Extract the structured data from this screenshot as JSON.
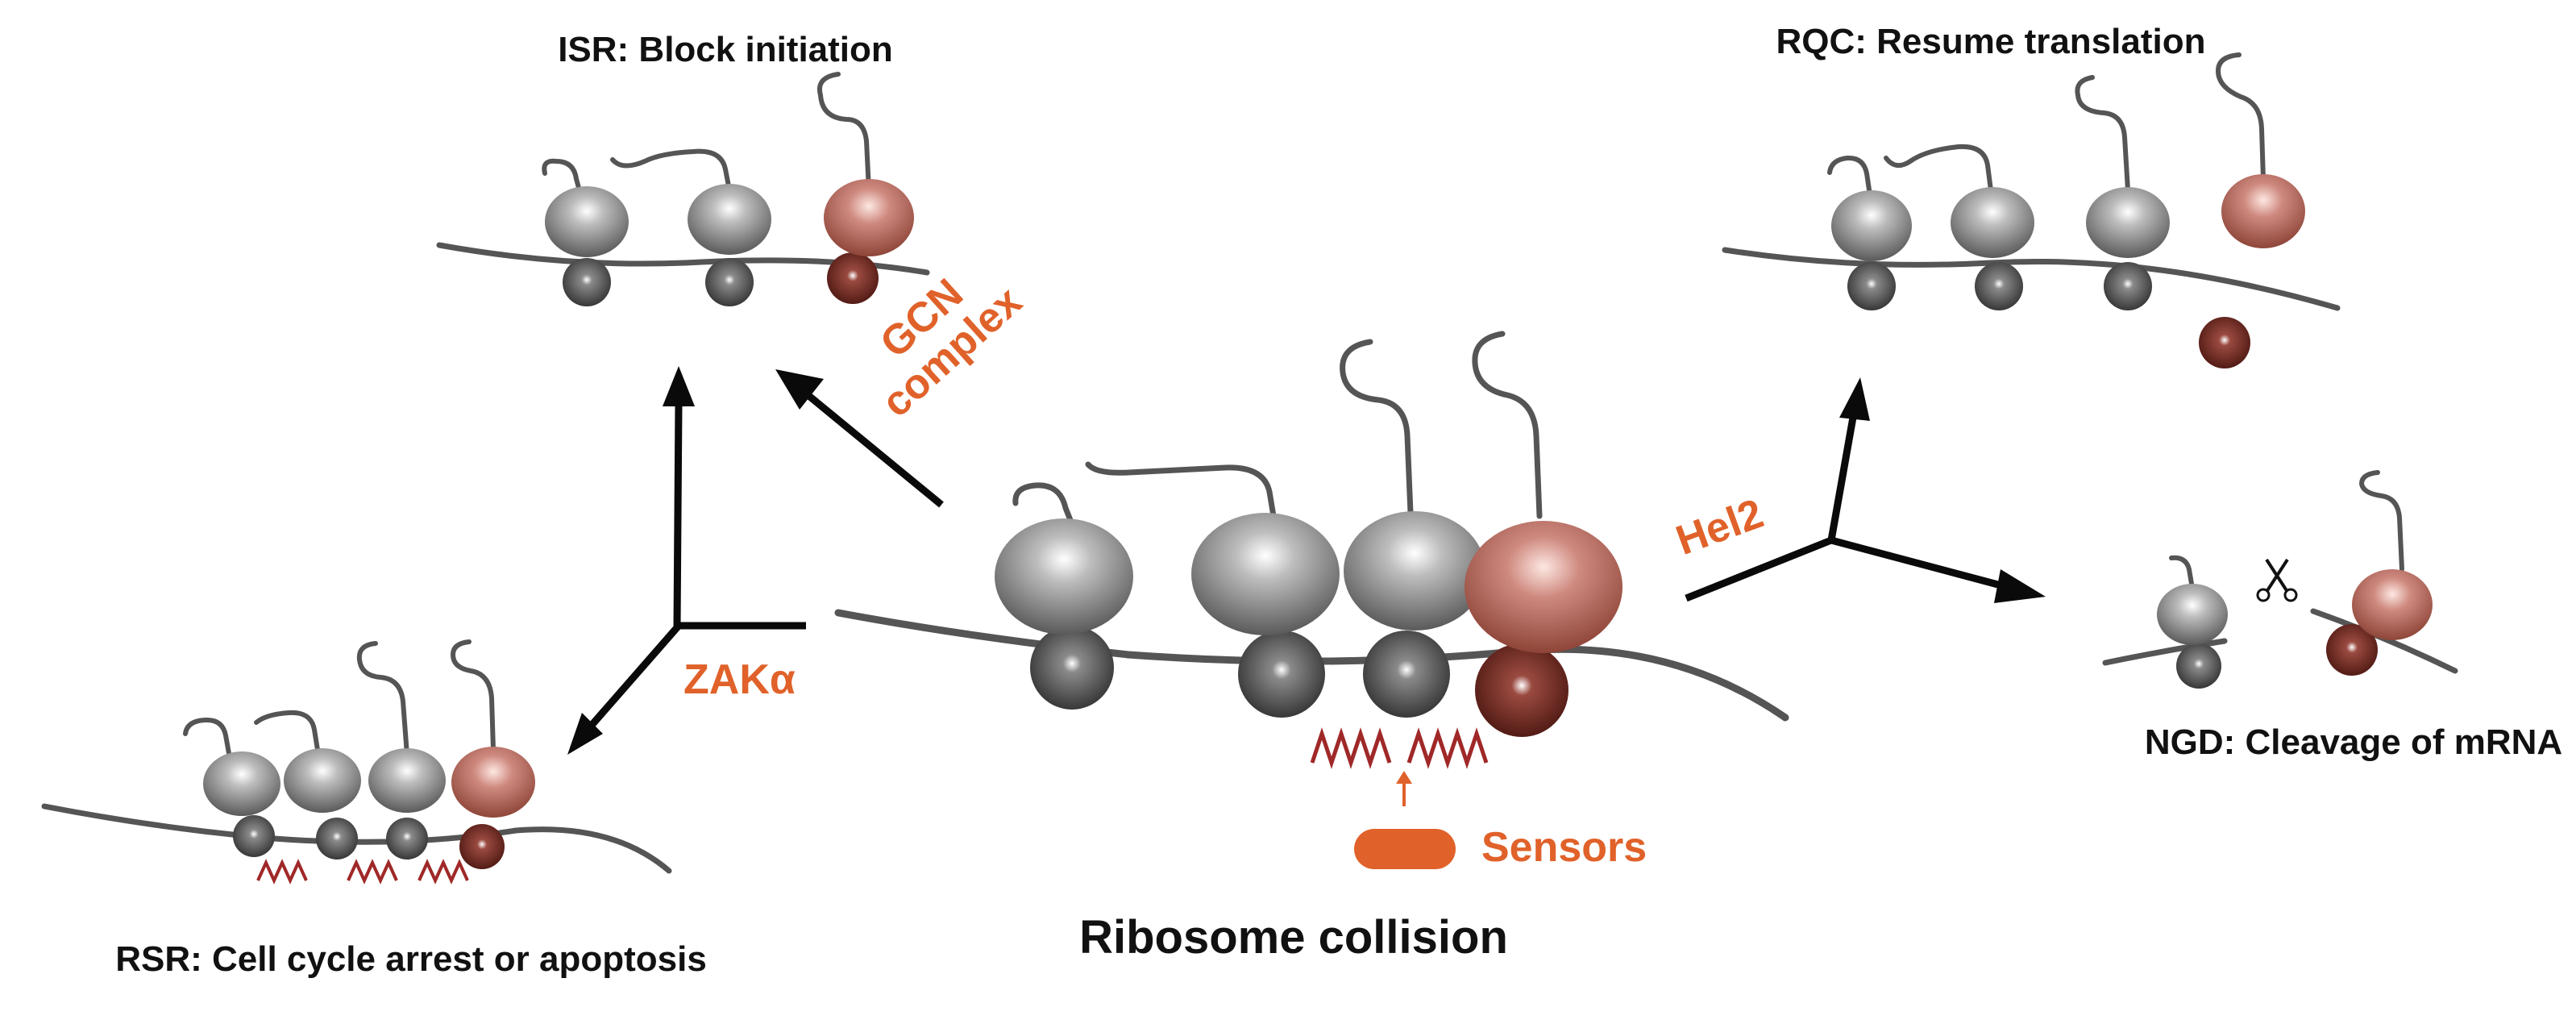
{
  "labels": {
    "isr": "ISR: Block initiation",
    "rqc": "RQC: Resume translation",
    "ngd": "NGD: Cleavage of mRNA",
    "rsr": "RSR: Cell cycle arrest or apoptosis",
    "center": "Ribosome collision"
  },
  "actors": {
    "gcn_line1": "GCN",
    "gcn_line2": "complex",
    "zak": "ZAKα",
    "hel2": "Hel2",
    "sensors": "Sensors"
  },
  "colors": {
    "actor_orange": "#e0622a",
    "arrow_black": "#0a0a0a",
    "collided_ribosome": "#8b3a30",
    "ribosome_grey": "#777777",
    "damage_marks": "#a02828"
  },
  "icons": {
    "scissors": "scissors-icon"
  }
}
